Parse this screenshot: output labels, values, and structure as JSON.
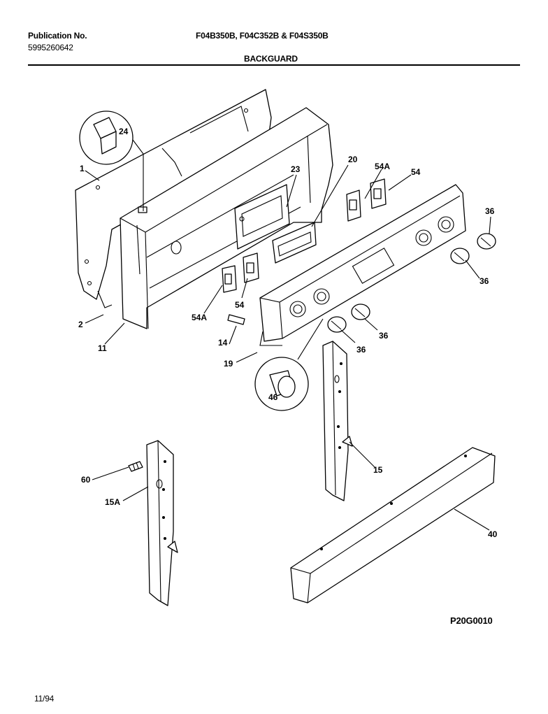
{
  "header": {
    "publication_label": "Publication No.",
    "publication_number": "5995260642",
    "models": "F04B350B, F04C352B & F04S350B",
    "section": "BACKGUARD"
  },
  "footer": {
    "drawing_number": "P20G0010",
    "date": "11/94"
  },
  "callouts": {
    "c1": "1",
    "c2": "2",
    "c11": "11",
    "c14": "14",
    "c15": "15",
    "c15a": "15A",
    "c19": "19",
    "c20": "20",
    "c23": "23",
    "c24": "24",
    "c36a": "36",
    "c36b": "36",
    "c36c": "36",
    "c36d": "36",
    "c40": "40",
    "c46": "46",
    "c54a": "54",
    "c54b": "54",
    "c54Aa": "54A",
    "c54Ab": "54A",
    "c60": "60"
  }
}
